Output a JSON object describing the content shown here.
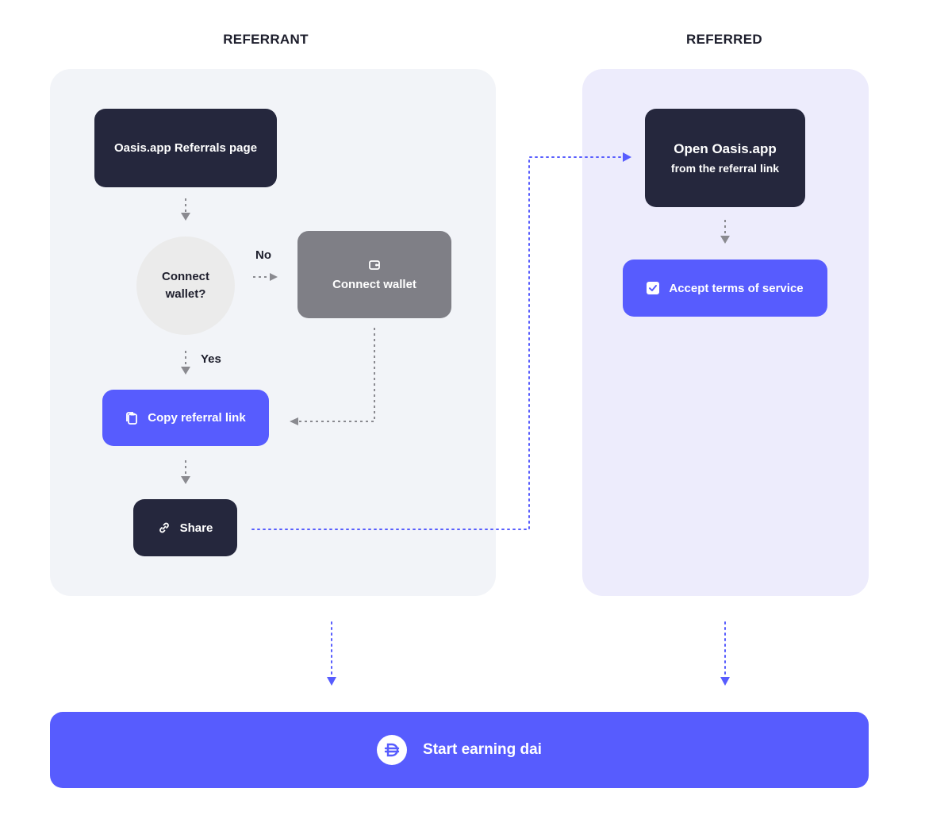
{
  "sections": {
    "referrant_title": "REFERRANT",
    "referred_title": "REFERRED"
  },
  "nodes": {
    "referrals_page": "Oasis.app Referrals page",
    "connect_wallet_question_line1": "Connect",
    "connect_wallet_question_line2": "wallet?",
    "connect_wallet": "Connect wallet",
    "copy_referral_link": "Copy referral link",
    "share": "Share",
    "open_oasis_line1": "Open Oasis.app",
    "open_oasis_line2": "from the referral link",
    "accept_terms": "Accept terms of service",
    "start_earning": "Start earning dai"
  },
  "edge_labels": {
    "no": "No",
    "yes": "Yes"
  },
  "icons": {
    "connect_wallet": "wallet-icon",
    "copy_referral_link": "clipboard-icon",
    "share": "link-icon",
    "accept_terms": "checkbox-checked-icon",
    "start_earning": "dai-logo-icon"
  },
  "colors": {
    "dark_node": "#25273d",
    "grey_node": "#7f7f86",
    "accent_blue": "#575cfe",
    "referrant_panel": "#f2f4f8",
    "referred_panel": "#edecfc",
    "decision_circle": "#ebebeb",
    "grey_connector": "#8a8a90"
  }
}
